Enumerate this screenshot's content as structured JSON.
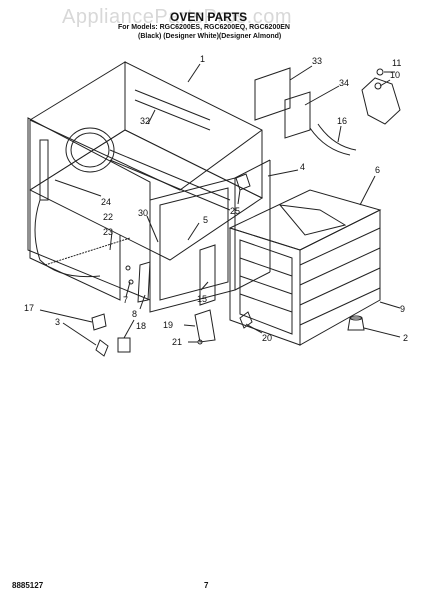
{
  "watermark": "AppliancePartsPros.com",
  "title": "OVEN PARTS",
  "models_line": "For Models: RGC6200ES, RGC6200EQ, RGC6200EN",
  "colors_line": "(Black)   (Designer White)(Designer Almond)",
  "callouts": [
    "1",
    "2",
    "3",
    "4",
    "5",
    "6",
    "7",
    "8",
    "9",
    "10",
    "11",
    "15",
    "16",
    "17",
    "18",
    "19",
    "20",
    "21",
    "22",
    "23",
    "24",
    "25",
    "30",
    "32",
    "33",
    "34"
  ],
  "footer_code": "8885127",
  "page_number": "7"
}
